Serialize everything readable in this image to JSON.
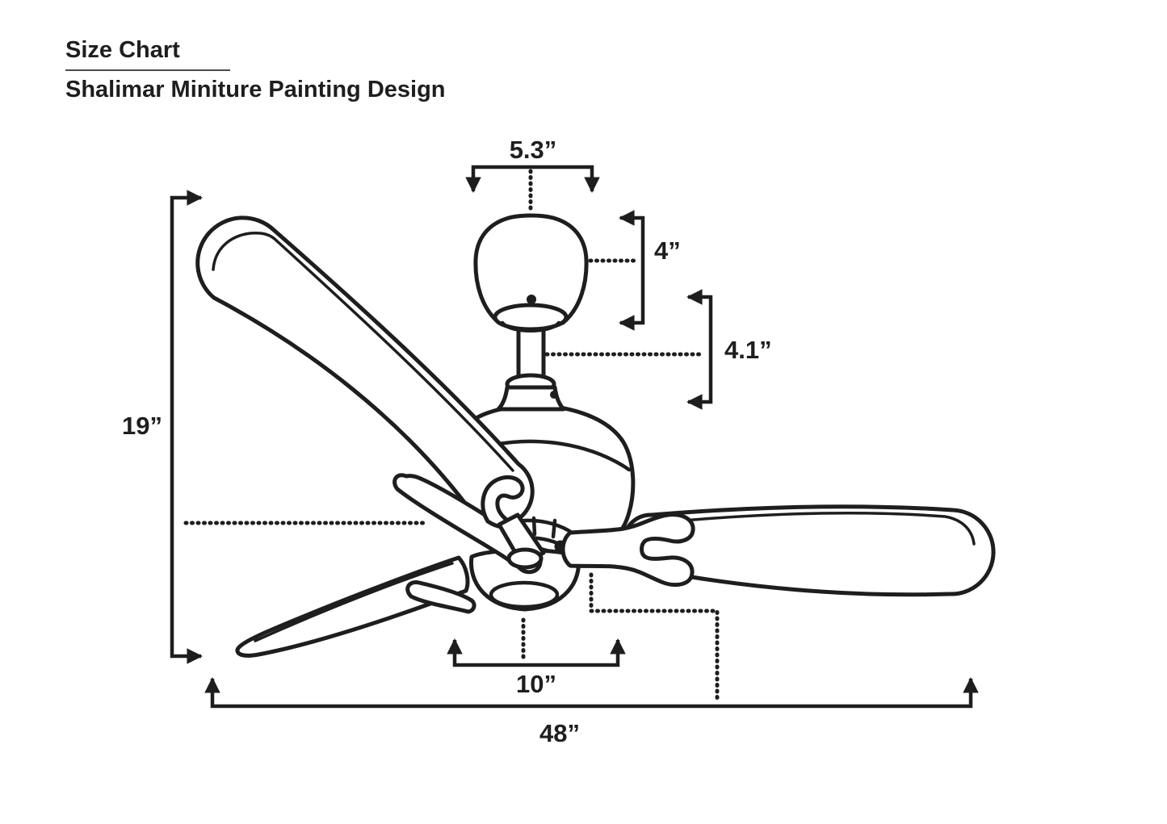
{
  "header": {
    "title": "Size Chart",
    "subtitle": "Shalimar Miniture Painting Design"
  },
  "diagram": {
    "subject": "ceiling-fan-front-view",
    "ink_color": "#1e1e1e",
    "dimensions": {
      "canopy_width": "5.3”",
      "canopy_height": "4”",
      "downrod_length": "4.1”",
      "overall_height": "19”",
      "motor_body_width": "10”",
      "blade_sweep": "48”"
    }
  }
}
